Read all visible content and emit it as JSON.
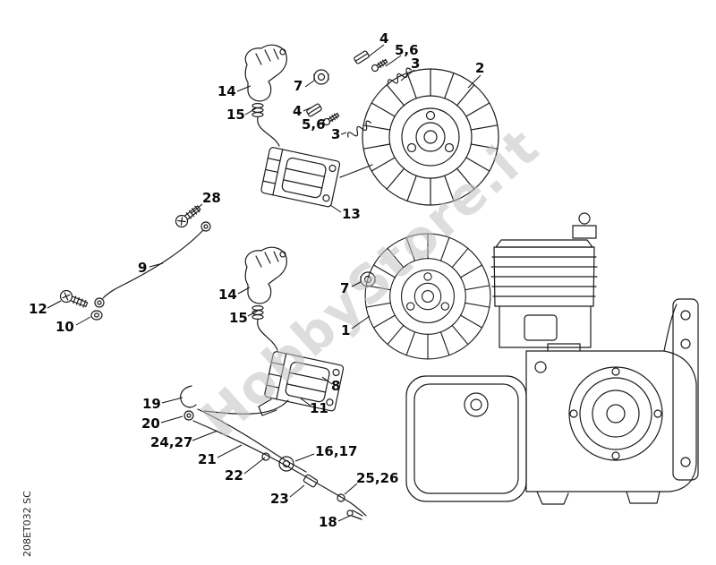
{
  "page": {
    "watermark": "HobbyStore.it",
    "diagram_code": "208ET032 SC",
    "background_color": "#ffffff",
    "line_color": "#1b1b1b"
  },
  "labels": [
    {
      "text": "4"
    },
    {
      "text": "5,6"
    },
    {
      "text": "3"
    },
    {
      "text": "2"
    },
    {
      "text": "7"
    },
    {
      "text": "14"
    },
    {
      "text": "15"
    },
    {
      "text": "4"
    },
    {
      "text": "5,6"
    },
    {
      "text": "3"
    },
    {
      "text": "13"
    },
    {
      "text": "28"
    },
    {
      "text": "9"
    },
    {
      "text": "12"
    },
    {
      "text": "10"
    },
    {
      "text": "14"
    },
    {
      "text": "15"
    },
    {
      "text": "7"
    },
    {
      "text": "1"
    },
    {
      "text": "8"
    },
    {
      "text": "11"
    },
    {
      "text": "19"
    },
    {
      "text": "20"
    },
    {
      "text": "24,27"
    },
    {
      "text": "21"
    },
    {
      "text": "22"
    },
    {
      "text": "16,17"
    },
    {
      "text": "23"
    },
    {
      "text": "25,26"
    },
    {
      "text": "18"
    }
  ]
}
